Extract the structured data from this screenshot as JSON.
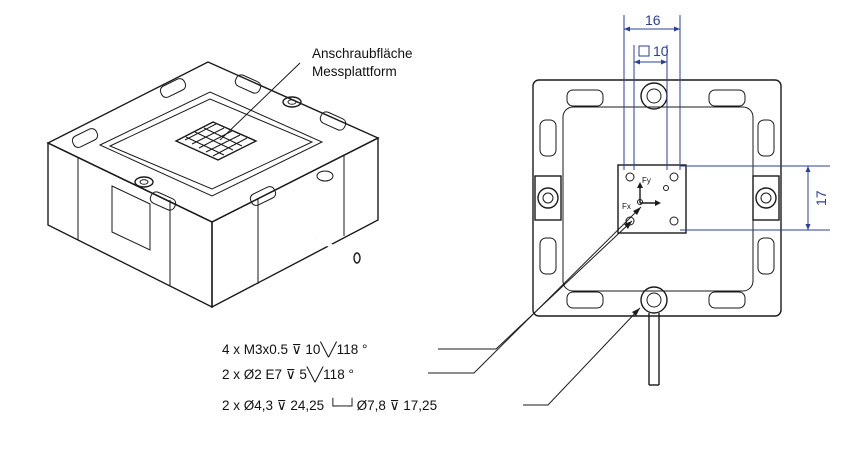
{
  "iso_view": {
    "callout_line1": "Anschraubfläche",
    "callout_line2": "Messplattform"
  },
  "top_view": {
    "dim_width": "16",
    "dim_square": "10",
    "dim_height": "17",
    "axis_x_label": "Fx",
    "axis_y_label": "Fy"
  },
  "annotations": [
    "4 x M3x0.5 ⊽ 10╲╱118 °",
    "2 x Ø2 E7 ⊽ 5╲╱118 °",
    "2 x Ø4,3 ⊽ 24,25 └─┘Ø7,8 ⊽ 17,25"
  ],
  "colors": {
    "line": "#1a1a1a",
    "dimension": "#2a3f9a"
  }
}
